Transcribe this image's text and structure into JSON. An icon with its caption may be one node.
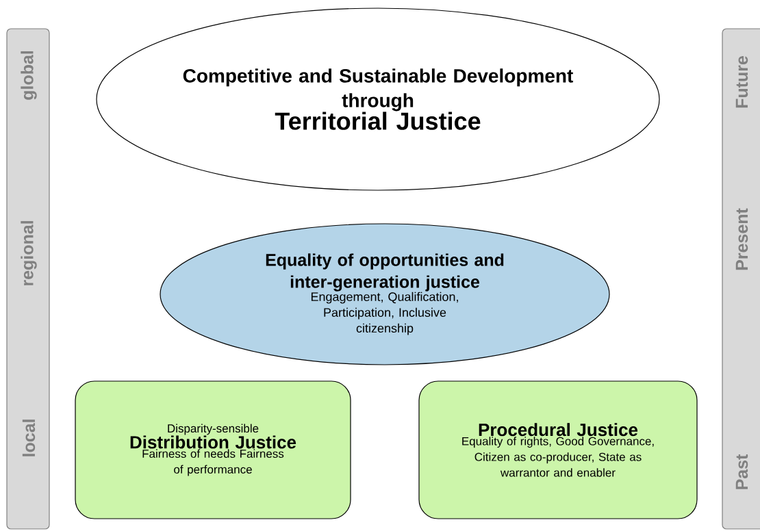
{
  "diagram": {
    "nodes": [
      {
        "text": [
          "global",
          "regional",
          "local"
        ]
      },
      {
        "text": [
          "Future",
          "Present",
          "Past"
        ]
      },
      {
        "text": [
          "Competitive and Sustainable Development through",
          "Territorial Justice"
        ]
      },
      {
        "text": [
          "Equality of opportunities and inter-generation justice",
          "Engagement, Qualification, Participation, Inclusive citizenship"
        ]
      },
      {
        "text": [
          "Disparity-sensible",
          "Distribution Justice",
          "Fairness of needs Fairness of performance"
        ]
      },
      {
        "text": [
          "Procedural Justice",
          "Equality of rights, Good Governance, Citizen as co-producer, State as warrantor and enabler"
        ]
      }
    ]
  }
}
